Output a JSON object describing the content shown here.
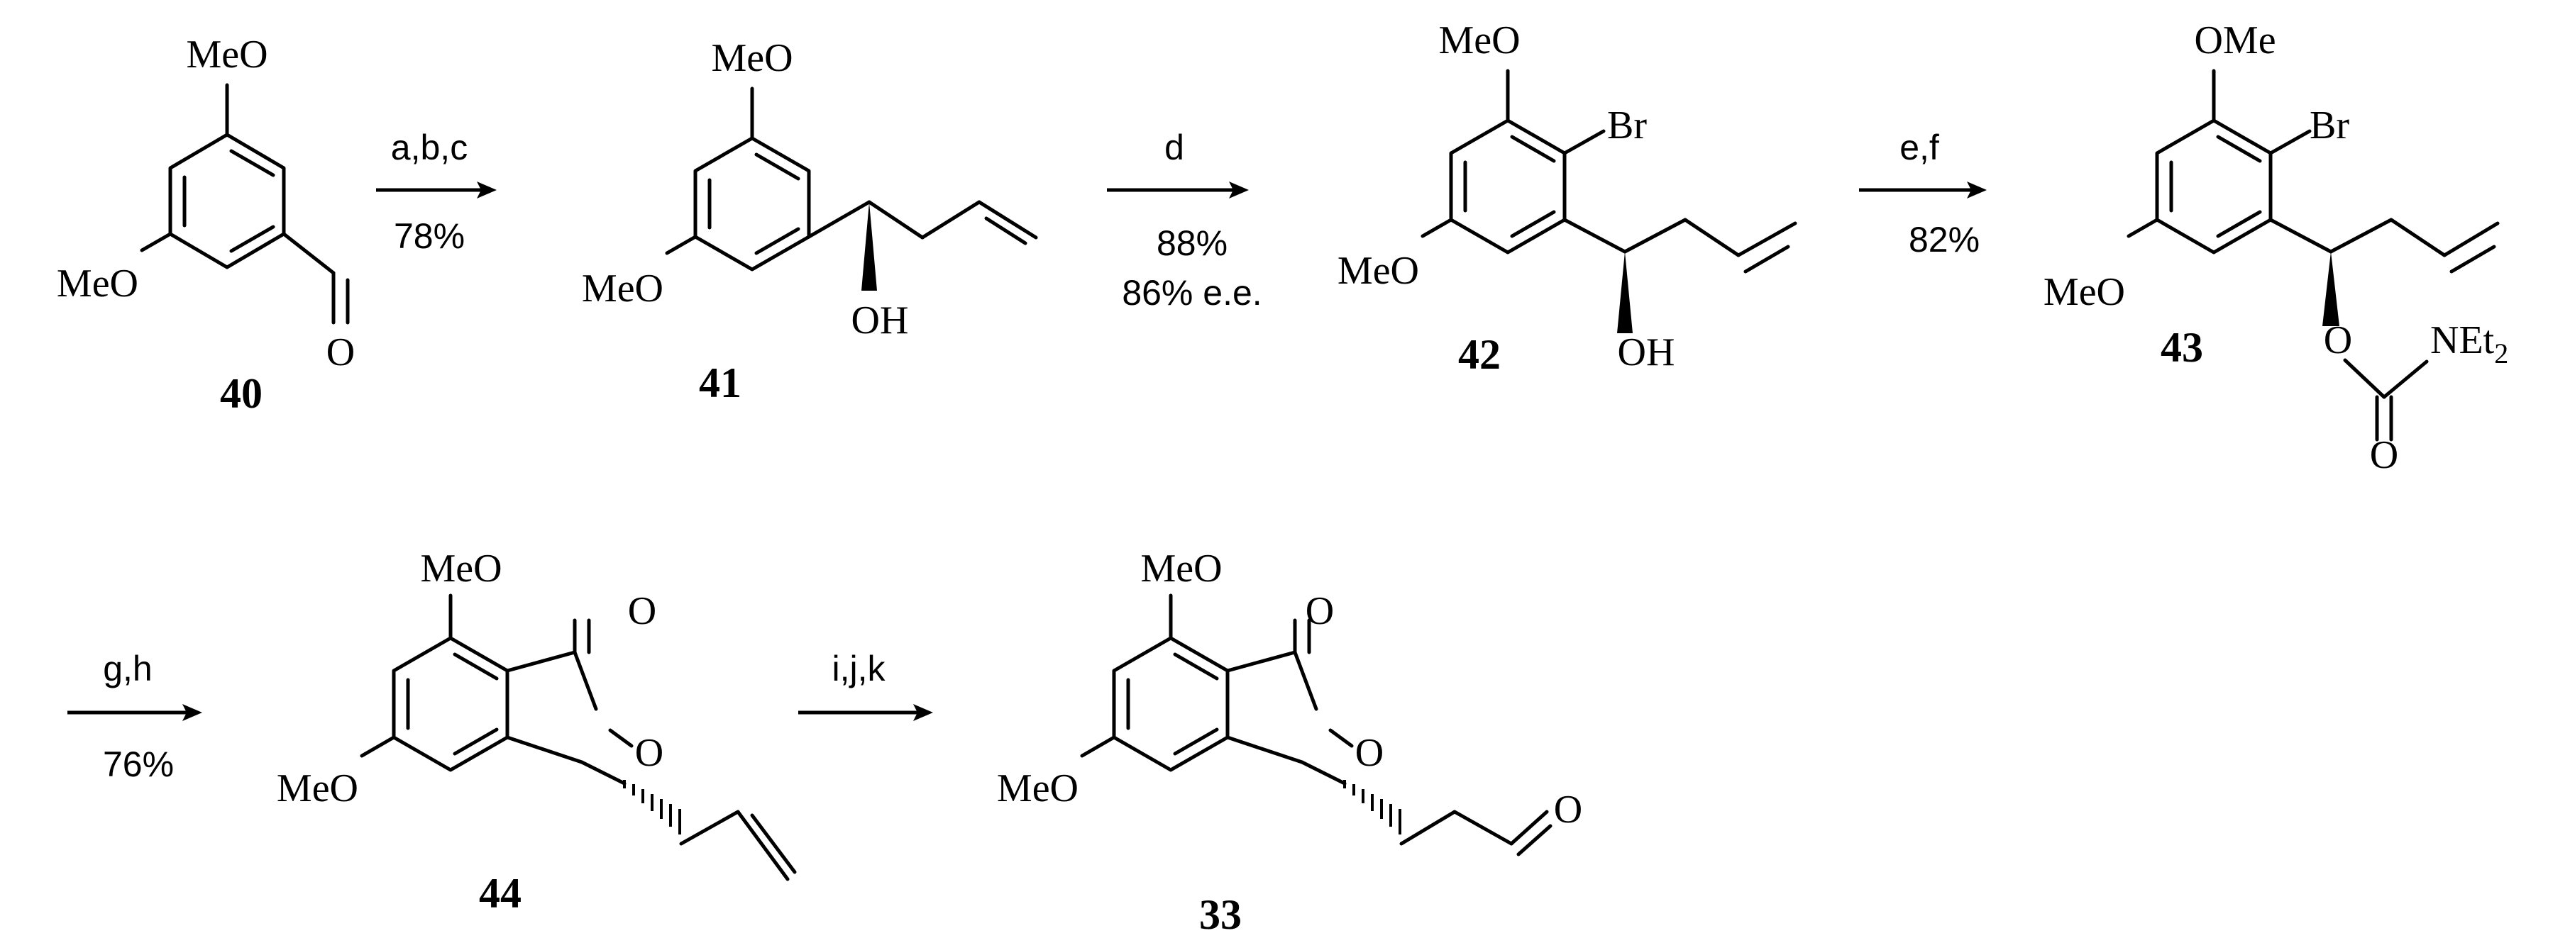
{
  "scheme": {
    "compounds": [
      {
        "id": "40",
        "labels": {
          "meo_top": "MeO",
          "meo_left": "MeO",
          "o": "O"
        }
      },
      {
        "id": "41",
        "labels": {
          "meo_top": "MeO",
          "meo_left": "MeO",
          "oh": "OH"
        }
      },
      {
        "id": "42",
        "labels": {
          "meo_top": "MeO",
          "meo_left": "MeO",
          "br": "Br",
          "oh": "OH"
        }
      },
      {
        "id": "43",
        "labels": {
          "ome_top": "OMe",
          "meo_left": "MeO",
          "br": "Br",
          "o_link": "O",
          "n": "NEt",
          "n_sub": "2",
          "o_carbonyl": "O"
        }
      },
      {
        "id": "44",
        "labels": {
          "meo_top": "MeO",
          "meo_left": "MeO",
          "o_carbonyl": "O",
          "o_ring": "O"
        }
      },
      {
        "id": "33",
        "labels": {
          "meo_top": "MeO",
          "meo_left": "MeO",
          "o_carbonyl": "O",
          "o_ring": "O",
          "o_aldehyde": "O"
        }
      }
    ],
    "steps": [
      {
        "from": "40",
        "to": "41",
        "reagents": "a,b,c",
        "yield": "78%"
      },
      {
        "from": "41",
        "to": "42",
        "reagents": "d",
        "yield": "88%",
        "ee": "86% e.e."
      },
      {
        "from": "42",
        "to": "43",
        "reagents": "e,f",
        "yield": "82%"
      },
      {
        "from": "43",
        "to": "44",
        "reagents": "g,h",
        "yield": "76%"
      },
      {
        "from": "44",
        "to": "33",
        "reagents": "i,j,k"
      }
    ]
  }
}
